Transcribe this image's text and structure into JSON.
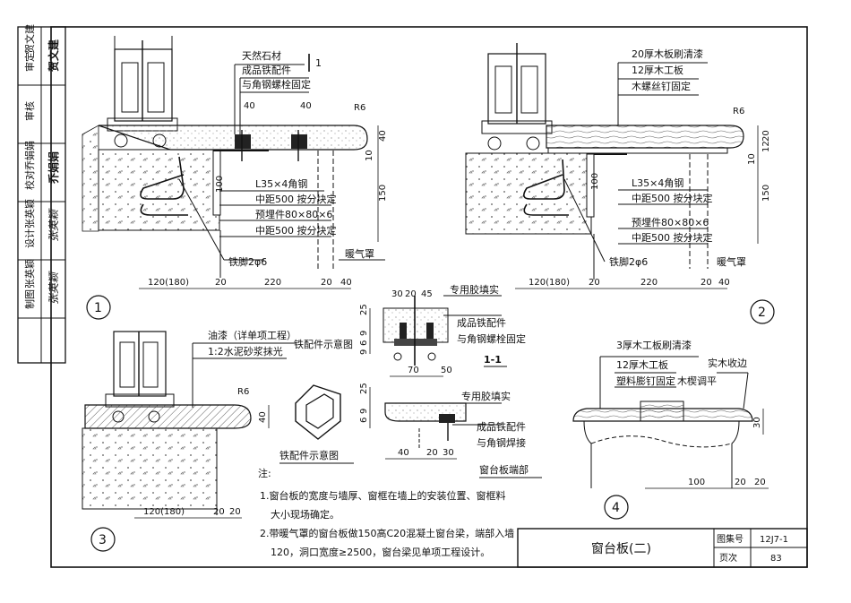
{
  "side_block": {
    "rows": [
      {
        "role": "审定",
        "name": "贺文建",
        "sign": "贺文建"
      },
      {
        "role": "审核",
        "name": "",
        "sign": ""
      },
      {
        "role": "校对",
        "name": "乔娟娟",
        "sign": "乔娟娟"
      },
      {
        "role": "设计",
        "name": "张英颖",
        "sign": "张英颖"
      },
      {
        "role": "制图",
        "name": "张英颖",
        "sign": "张英颖"
      }
    ]
  },
  "detail1": {
    "num": "1",
    "labels": {
      "stone": "天然石材",
      "iron": "成品铁配件",
      "bolt": "与角钢螺栓固定",
      "angle": "L35×4角钢",
      "spacing1": "中距500 按分块定",
      "embed": "预埋件80×80×6",
      "spacing2": "中距500 按分块定",
      "foot": "铁脚2φ6",
      "heater": "暖气罩",
      "section_mark": "1"
    },
    "dims": {
      "d40a": "40",
      "d40b": "40",
      "d10": "10",
      "d100": "100",
      "d150": "150",
      "r6": "R6",
      "w120": "120(180)",
      "w20a": "20",
      "w220": "220",
      "w20b": "20",
      "w40": "40"
    }
  },
  "detail2": {
    "num": "2",
    "labels": {
      "paint": "20厚木板刷清漆",
      "board": "12厚木工板",
      "screw": "木螺丝钉固定",
      "angle": "L35×4角钢",
      "spacing1": "中距500 按分块定",
      "embed": "预埋件80×80×6",
      "spacing2": "中距500 按分块定",
      "foot": "铁脚2φ6",
      "heater": "暖气罩"
    },
    "dims": {
      "d20": "20",
      "d12": "12",
      "d10": "10",
      "d100": "100",
      "d150": "150",
      "r6": "R6",
      "w120": "120(180)",
      "w20a": "20",
      "w220": "220",
      "w20b": "20",
      "w40": "40"
    }
  },
  "detail3": {
    "num": "3",
    "labels": {
      "paint": "油漆（详单项工程）",
      "mortar": "1:2水泥砂浆抹光"
    },
    "dims": {
      "d40": "40",
      "r6": "R6",
      "w120": "120(180)",
      "w20a": "20",
      "w20b": "20"
    }
  },
  "detail4": {
    "num": "4",
    "labels": {
      "paint": "3厚木工板刷清漆",
      "board": "12厚木工板",
      "nail": "塑料膨钉固定",
      "wedge": "木楔调平",
      "edge": "实木收边"
    },
    "dims": {
      "d30": "30",
      "w100": "100",
      "w20a": "20",
      "w20b": "20"
    }
  },
  "center": {
    "iron_title_small": "铁配件示意图",
    "iron_title": "铁配件示意图",
    "section_title": "1-1",
    "end_title": "窗台板端部",
    "labels": {
      "glue1": "专用胶填实",
      "iron1": "成品铁配件",
      "bolt1": "与角钢螺栓固定",
      "glue2": "专用胶填实",
      "iron2": "成品铁配件",
      "weld": "与角钢焊接"
    },
    "dims": {
      "d30": "30",
      "d20": "20",
      "d45": "45",
      "d25a": "25",
      "d9a": "9",
      "d6a": "6",
      "d9b": "9",
      "d70": "70",
      "d50": "50",
      "d25b": "25",
      "d9c": "9",
      "d6b": "6",
      "d40": "40",
      "d20b": "20",
      "d30b": "30"
    }
  },
  "notes": {
    "heading": "注:",
    "items": [
      "1.窗台板的宽度与墙厚、窗框在墙上的安装位置、窗框料",
      "大小现场确定。",
      "2.带暖气罩的窗台板做150高C20混凝土窗台梁，端部入墙",
      "120，洞口宽度≥2500，窗台梁见单项工程设计。"
    ]
  },
  "title_block": {
    "title": "窗台板(二)",
    "atlas_label": "图集号",
    "atlas_no": "12J7-1",
    "page_label": "页次",
    "page_no": "83"
  }
}
